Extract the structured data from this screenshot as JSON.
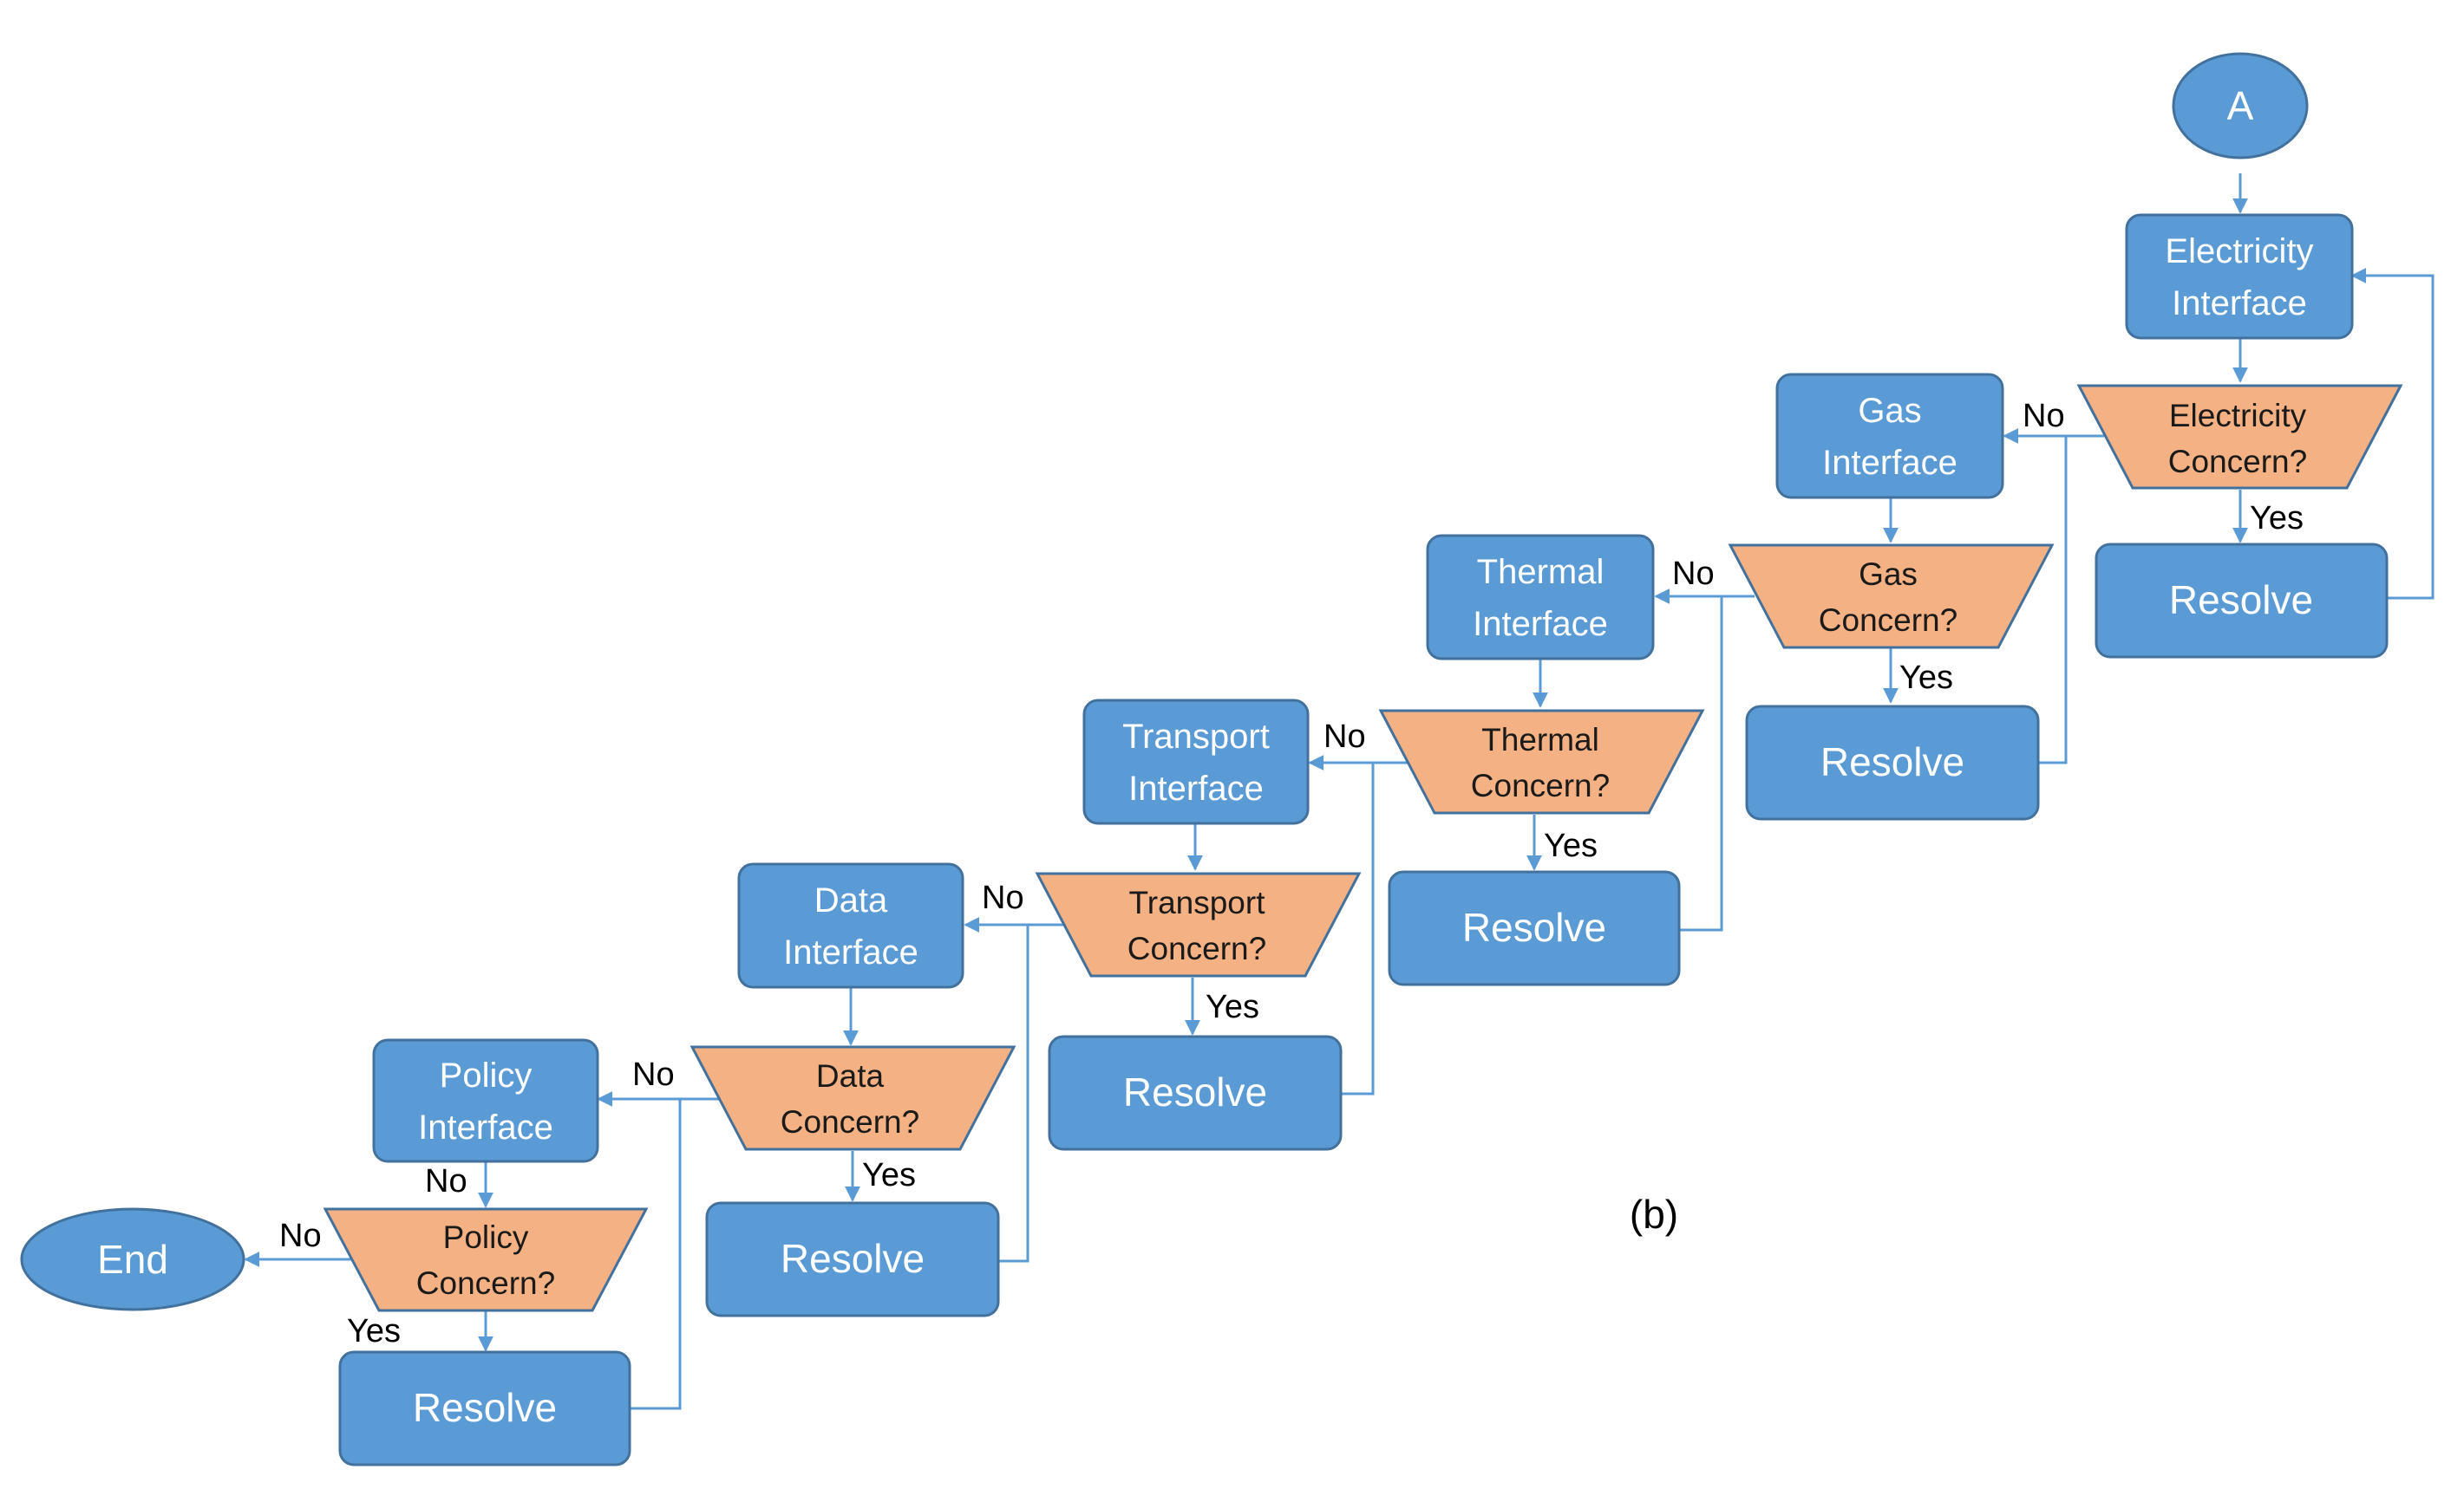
{
  "caption": "(b)",
  "start": {
    "label": "A"
  },
  "end": {
    "label": "End"
  },
  "edge_labels": {
    "yes": "Yes",
    "no": "No"
  },
  "resolve_label": "Resolve",
  "steps": [
    {
      "interface": [
        "Electricity",
        "Interface"
      ],
      "concern": [
        "Electricity",
        "Concern?"
      ]
    },
    {
      "interface": [
        "Gas",
        "Interface"
      ],
      "concern": [
        "Gas",
        "Concern?"
      ]
    },
    {
      "interface": [
        "Thermal",
        "Interface"
      ],
      "concern": [
        "Thermal",
        "Concern?"
      ]
    },
    {
      "interface": [
        "Transport",
        "Interface"
      ],
      "concern": [
        "Transport",
        "Concern?"
      ]
    },
    {
      "interface": [
        "Data",
        "Interface"
      ],
      "concern": [
        "Data",
        "Concern?"
      ]
    },
    {
      "interface": [
        "Policy",
        "Interface"
      ],
      "concern": [
        "Policy",
        "Concern?"
      ]
    }
  ],
  "colors": {
    "process": "#5B9BD5",
    "decision": "#F4B183",
    "connector": "#5B9BD5",
    "outline": "#41719C"
  }
}
